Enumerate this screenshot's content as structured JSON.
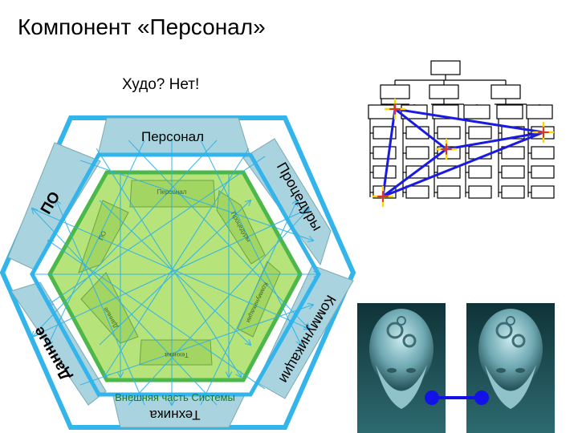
{
  "slide": {
    "title": "Компонент «Персонал»",
    "subtitle": "Худо? Нет!"
  },
  "hexagon": {
    "outer_labels": {
      "top": "Персонал",
      "upper_right": "Процедуры",
      "lower_right": "Коммуникации",
      "bottom": "Техника",
      "lower_left": "Данные",
      "upper_left": "ПО"
    },
    "inner_labels": {
      "top": "Персонал",
      "upper_right": "Процедуры",
      "lower_right": "Коммуникации",
      "bottom": "Техника",
      "lower_left": "Данные",
      "upper_left": "ПО"
    },
    "caption": "Внешняя часть Системы",
    "colors": {
      "outer_frame": "#33b4ea",
      "panel_fill": "#a9d4df",
      "inner_fill": "#b6e37a",
      "inner_border": "#4cb84a",
      "links": "#2fb2e8"
    }
  },
  "org_chart": {
    "highlight_color": "#1a1ae0",
    "marker_color": "#ffd800"
  },
  "heads": {
    "connector_color": "#1212e8"
  }
}
